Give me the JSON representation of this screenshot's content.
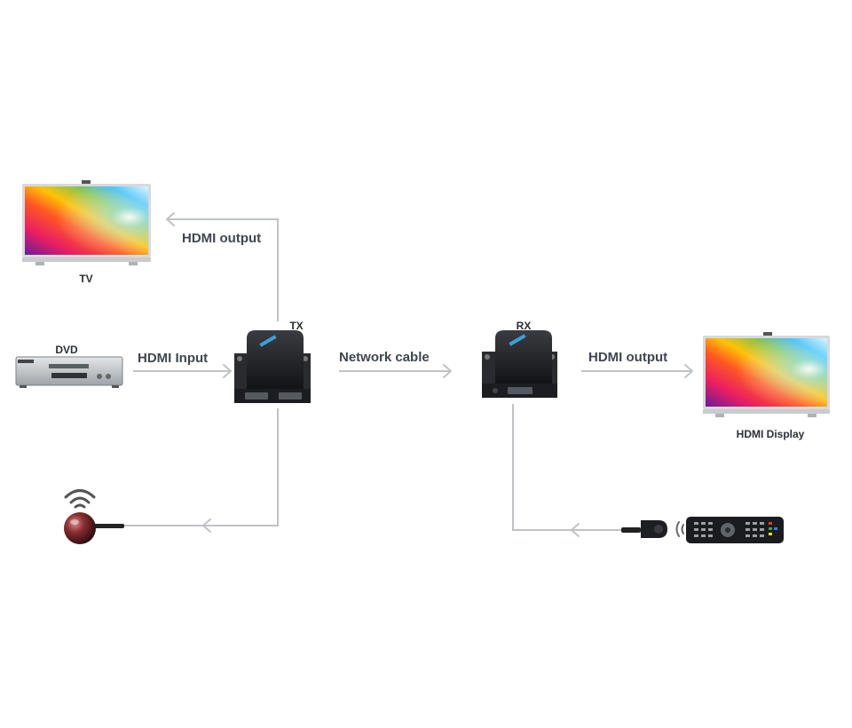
{
  "labels": {
    "tv": "TV",
    "hdmi_output_top": "HDMI output",
    "tx": "TX",
    "dvd": "DVD",
    "hdmi_input": "HDMI Input",
    "network_cable": "Network cable",
    "rx": "RX",
    "hdmi_output_right": "HDMI output",
    "hdmi_display": "HDMI Display"
  },
  "colors": {
    "connector_line": "#bfc3c7",
    "label_text": "#3f4650",
    "device_body": "#1c1d20",
    "screen_bezel": "#d7d9dc"
  },
  "icons": {
    "tv": "tv-icon",
    "display": "monitor-icon",
    "dvd": "dvd-player-icon",
    "tx": "hdmi-extender-transmitter-icon",
    "rx": "hdmi-extender-receiver-icon",
    "ir_emitter": "ir-blaster-icon",
    "ir_receiver": "ir-receiver-icon",
    "remote": "remote-control-icon"
  }
}
